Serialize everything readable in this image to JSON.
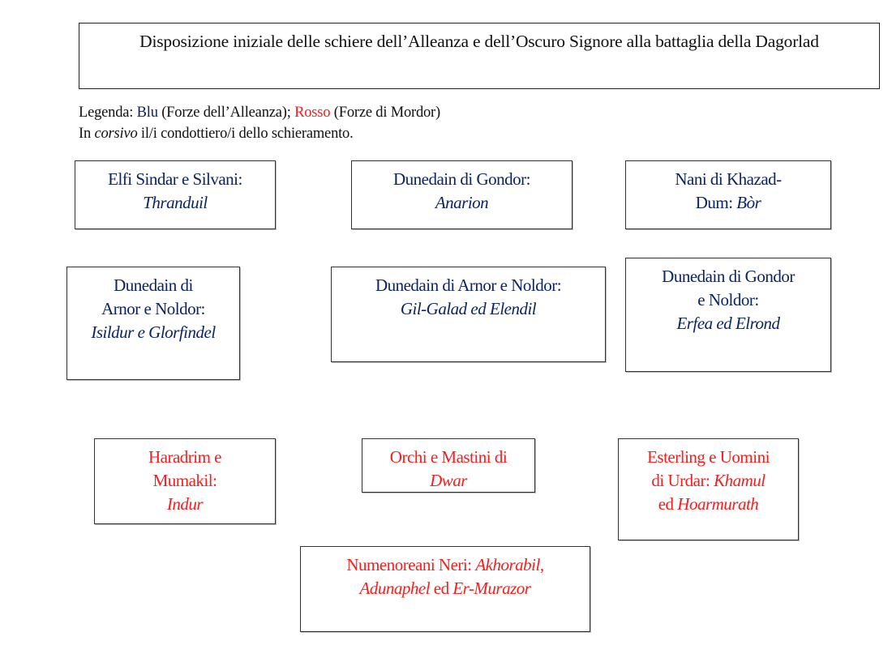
{
  "title": "Disposizione iniziale delle schiere dell’Alleanza e dell’Oscuro Signore alla battaglia della Dagorlad",
  "legend": {
    "label": "Legenda: ",
    "blue_word": "Blu",
    "blue_desc": " (Forze dell’Alleanza); ",
    "red_word": "Rosso",
    "red_desc": " (Forze di Mordor)",
    "line2_prefix": "In ",
    "line2_italic": "corsivo",
    "line2_suffix": " il/i condottiero/i dello schieramento."
  },
  "colors": {
    "alliance": "#0b2465",
    "mordor": "#ff1a1a"
  },
  "boxes": [
    {
      "side": "alliance",
      "lines": [
        [
          {
            "t": "Elfi Sindar e Silvani:"
          }
        ],
        [
          {
            "t": "Thranduil",
            "i": true
          }
        ]
      ]
    },
    {
      "side": "alliance",
      "lines": [
        [
          {
            "t": "Dunedain di Gondor:"
          }
        ],
        [
          {
            "t": "Anarion",
            "i": true
          }
        ]
      ]
    },
    {
      "side": "alliance",
      "lines": [
        [
          {
            "t": "Nani di Khazad-"
          }
        ],
        [
          {
            "t": "Dum: "
          },
          {
            "t": "Bòr",
            "i": true
          }
        ]
      ]
    },
    {
      "side": "alliance",
      "lines": [
        [
          {
            "t": "Dunedain di"
          }
        ],
        [
          {
            "t": "Arnor e Noldor:"
          }
        ],
        [
          {
            "t": "Isildur e Glorfindel",
            "i": true
          }
        ]
      ]
    },
    {
      "side": "alliance",
      "lines": [
        [
          {
            "t": "Dunedain di Arnor e Noldor:"
          }
        ],
        [
          {
            "t": "Gil-Galad ed Elendil",
            "i": true
          }
        ]
      ]
    },
    {
      "side": "alliance",
      "lines": [
        [
          {
            "t": "Dunedain di Gondor"
          }
        ],
        [
          {
            "t": "e Noldor:"
          }
        ],
        [
          {
            "t": "Erfea ed Elrond",
            "i": true
          }
        ]
      ]
    },
    {
      "side": "mordor",
      "lines": [
        [
          {
            "t": "Haradrim e"
          }
        ],
        [
          {
            "t": "Mumakil:"
          }
        ],
        [
          {
            "t": "Indur",
            "i": true
          }
        ]
      ]
    },
    {
      "side": "mordor",
      "lines": [
        [
          {
            "t": "Orchi e Mastini di"
          }
        ],
        [
          {
            "t": "Dwar",
            "i": true
          }
        ]
      ]
    },
    {
      "side": "mordor",
      "lines": [
        [
          {
            "t": "Esterling e Uomini"
          }
        ],
        [
          {
            "t": "di Urdar: "
          },
          {
            "t": "Khamul",
            "i": true
          }
        ],
        [
          {
            "t": "ed "
          },
          {
            "t": "Hoarmurath",
            "i": true
          }
        ]
      ]
    },
    {
      "side": "mordor",
      "lines": [
        [
          {
            "t": "Numenoreani Neri: "
          },
          {
            "t": "Akhorabil,",
            "i": true
          }
        ],
        [
          {
            "t": "Adunaphel",
            "i": true
          },
          {
            "t": " ed "
          },
          {
            "t": "Er-Murazor",
            "i": true
          }
        ]
      ]
    }
  ]
}
